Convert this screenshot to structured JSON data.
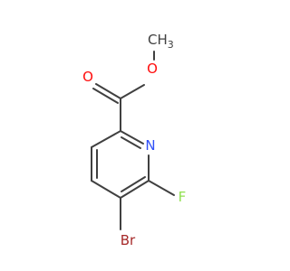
{
  "molecule": {
    "atoms": {
      "O_carbonyl": {
        "label": "O",
        "color": "#ff0d0d"
      },
      "O_ester": {
        "label": "O",
        "color": "#ff0d0d"
      },
      "methyl": {
        "label": "CH",
        "sub": "3",
        "color": "#404040"
      },
      "N": {
        "label": "N",
        "color": "#3050f8"
      },
      "F": {
        "label": "F",
        "color": "#90e050"
      },
      "Br": {
        "label": "Br",
        "color": "#a62929"
      }
    },
    "bond_color": "#404040"
  }
}
